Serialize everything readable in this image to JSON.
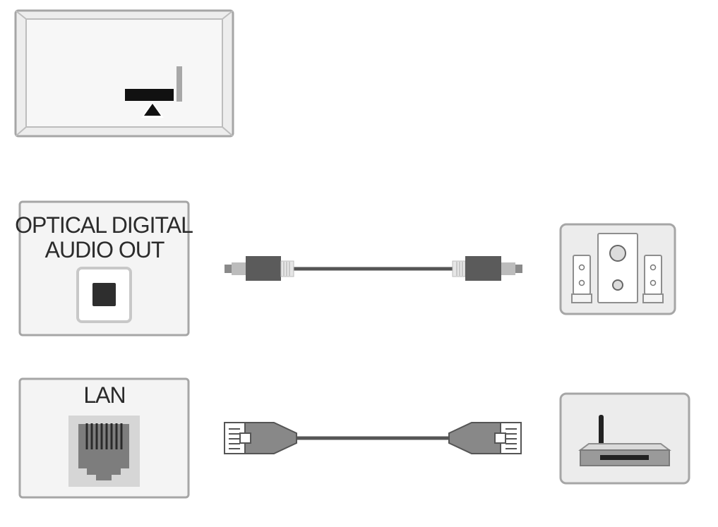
{
  "ports": {
    "optical": {
      "label_line1": "OPTICAL DIGITAL",
      "label_line2": "AUDIO OUT"
    },
    "lan": {
      "label": "LAN"
    }
  },
  "colors": {
    "panel_border": "#a6a6a6",
    "panel_fill": "#f4f4f4",
    "cable": "#555555",
    "connector_dark": "#5b5b5b",
    "connector_light": "#bcbcbc",
    "tv_bezel": "#ededed",
    "device_fill": "#ececec"
  },
  "icons": {
    "tv": "tv-back-icon",
    "speaker_system": "speaker-system-icon",
    "router": "router-icon"
  }
}
